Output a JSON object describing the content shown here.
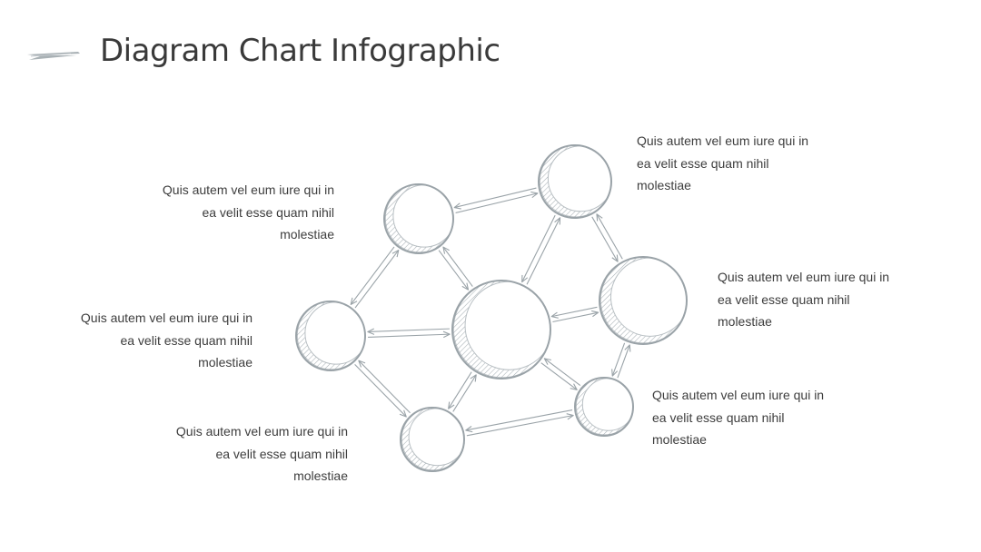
{
  "slide": {
    "title": "Diagram Chart Infographic"
  },
  "colors": {
    "stroke": "#9aa3a8",
    "text": "#3d3d3d",
    "title": "#3a3a3a"
  },
  "labels": [
    {
      "id": "top-left",
      "lines": [
        "Quis autem vel eum iure qui in",
        "ea velit esse quam nihil",
        "molestiae"
      ]
    },
    {
      "id": "mid-left",
      "lines": [
        "Quis autem vel eum iure qui in",
        "ea velit esse quam nihil",
        "molestiae"
      ]
    },
    {
      "id": "bottom-left",
      "lines": [
        "Quis autem vel eum iure qui in",
        "ea velit esse quam nihil",
        "molestiae"
      ]
    },
    {
      "id": "top-right",
      "lines": [
        "Quis autem vel eum iure qui in",
        "ea velit esse quam nihil",
        "molestiae"
      ]
    },
    {
      "id": "mid-right",
      "lines": [
        "Quis autem vel eum iure qui in",
        "ea velit esse quam nihil",
        "molestiae"
      ]
    },
    {
      "id": "bottom-right",
      "lines": [
        "Quis autem vel eum iure qui in",
        "ea velit esse quam nihil",
        "molestiae"
      ]
    }
  ],
  "nodes": [
    "upper-left",
    "top",
    "left",
    "center",
    "right",
    "lower-left",
    "lower-right"
  ],
  "edges": [
    [
      "upper-left",
      "top"
    ],
    [
      "upper-left",
      "left"
    ],
    [
      "upper-left",
      "center"
    ],
    [
      "top",
      "center"
    ],
    [
      "top",
      "right"
    ],
    [
      "left",
      "center"
    ],
    [
      "left",
      "lower-left"
    ],
    [
      "center",
      "right"
    ],
    [
      "center",
      "lower-left"
    ],
    [
      "center",
      "lower-right"
    ],
    [
      "right",
      "lower-right"
    ],
    [
      "lower-left",
      "lower-right"
    ]
  ]
}
